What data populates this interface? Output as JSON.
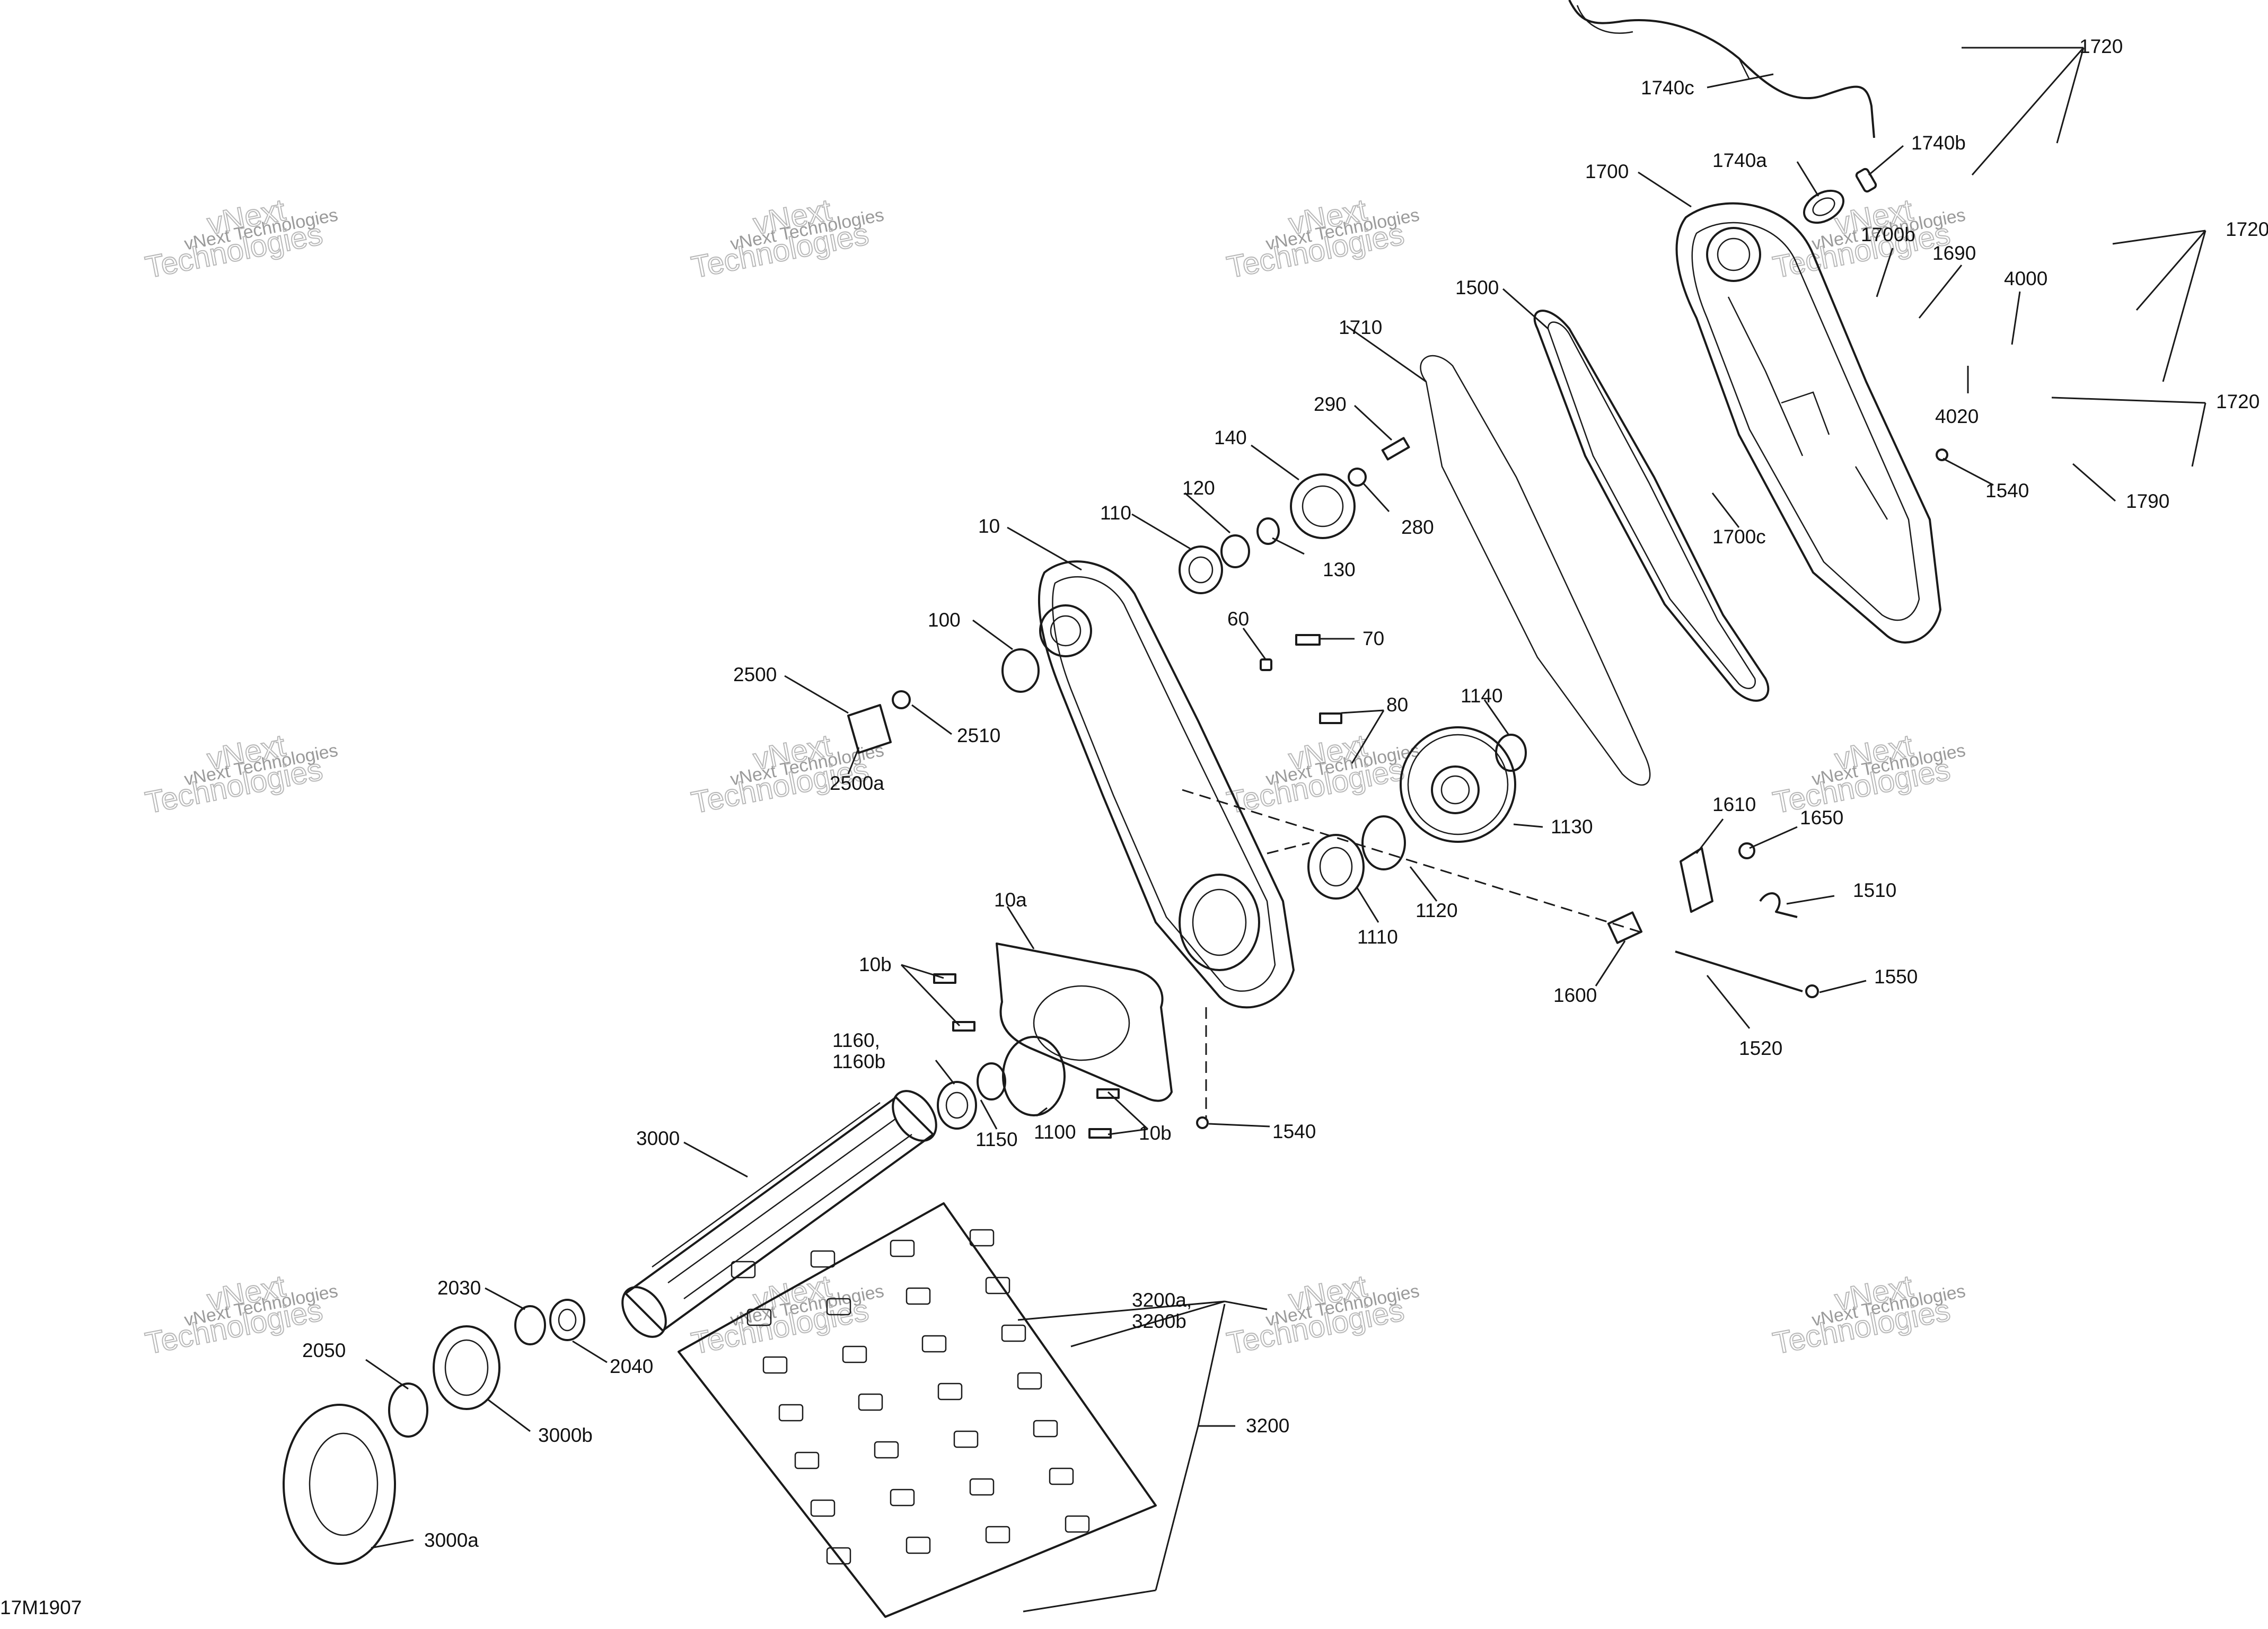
{
  "figure_code": "17M1907",
  "watermark": {
    "line1": "vNext Technologies",
    "line2": "vNext\nTechnologies"
  },
  "callouts": [
    "1720",
    "1740c",
    "1740b",
    "1740a",
    "1700",
    "1720",
    "1700b",
    "1690",
    "4000",
    "1500",
    "1710",
    "4020",
    "1720",
    "290",
    "1540",
    "140",
    "1790",
    "120",
    "280",
    "110",
    "1700c",
    "10",
    "130",
    "60",
    "70",
    "100",
    "2500",
    "2510",
    "80",
    "1140",
    "2500a",
    "1130",
    "1610",
    "1650",
    "1120",
    "1510",
    "1110",
    "10a",
    "1550",
    "10b",
    "1600",
    "1160,",
    "1160b",
    "1520",
    "1150",
    "1100",
    "10b",
    "1540",
    "3000",
    "2030",
    "3200a,",
    "3200b",
    "2050",
    "2040",
    "3000b",
    "3200",
    "3000a"
  ]
}
